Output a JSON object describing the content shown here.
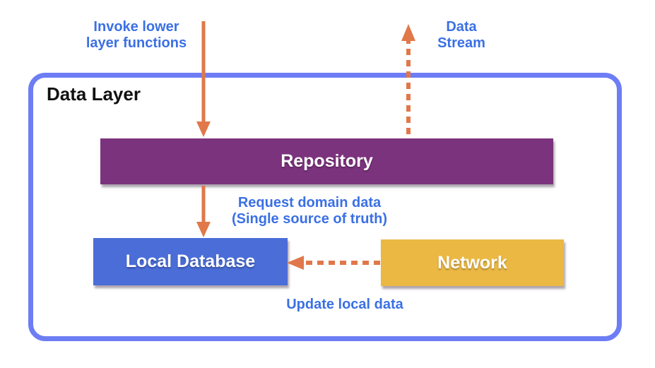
{
  "diagram": {
    "title": "Data Layer",
    "nodes": {
      "repository": {
        "label": "Repository",
        "color": "#7C337D"
      },
      "local_database": {
        "label": "Local Database",
        "color": "#4A6DD8"
      },
      "network": {
        "label": "Network",
        "color": "#EBB843"
      }
    },
    "edges": {
      "invoke": {
        "label": "Invoke lower\nlayer functions",
        "style": "solid",
        "direction": "down",
        "from": "upper layer",
        "to": "repository"
      },
      "data_stream": {
        "label": "Data\nStream",
        "style": "dashed",
        "direction": "up",
        "from": "repository",
        "to": "upper layer"
      },
      "request": {
        "label": "Request domain data\n(Single source of truth)",
        "style": "solid",
        "direction": "down",
        "from": "repository",
        "to": "local_database"
      },
      "update": {
        "label": "Update local data",
        "style": "dashed",
        "direction": "left",
        "from": "network",
        "to": "local_database"
      }
    },
    "colors": {
      "arrow": "#E0784A",
      "label_text": "#3B70E4",
      "frame_border": "#6D7DF4",
      "title_text": "#111111"
    }
  }
}
